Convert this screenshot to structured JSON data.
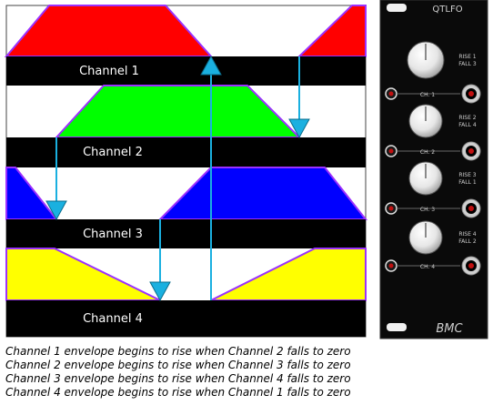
{
  "channels": [
    {
      "label": "Channel 1",
      "color": "#ff0000"
    },
    {
      "label": "Channel 2",
      "color": "#00ff00"
    },
    {
      "label": "Channel 3",
      "color": "#0000ff"
    },
    {
      "label": "Channel 4",
      "color": "#ffff00"
    }
  ],
  "envelope_outline_color": "#9b30ff",
  "arrow_color": "#1ab0e0",
  "module": {
    "title": "QTLFO",
    "brand": "BMC",
    "knobs": [
      {
        "rise": "RISE 1",
        "fall": "FALL 3"
      },
      {
        "rise": "RISE 2",
        "fall": "FALL 4"
      },
      {
        "rise": "RISE 3",
        "fall": "FALL 1"
      },
      {
        "rise": "RISE 4",
        "fall": "FALL 2"
      }
    ],
    "jacks": [
      "CH. 1",
      "CH. 2",
      "CH. 3",
      "CH. 4"
    ]
  },
  "captions": [
    "Channel 1 envelope begins to rise when Channel 2 falls to zero",
    "Channel 2 envelope begins to rise when Channel 3 falls to zero",
    "Channel 3 envelope begins to rise when Channel 4 falls to zero",
    "Channel 4 envelope begins to rise when Channel 1 falls to zero"
  ]
}
